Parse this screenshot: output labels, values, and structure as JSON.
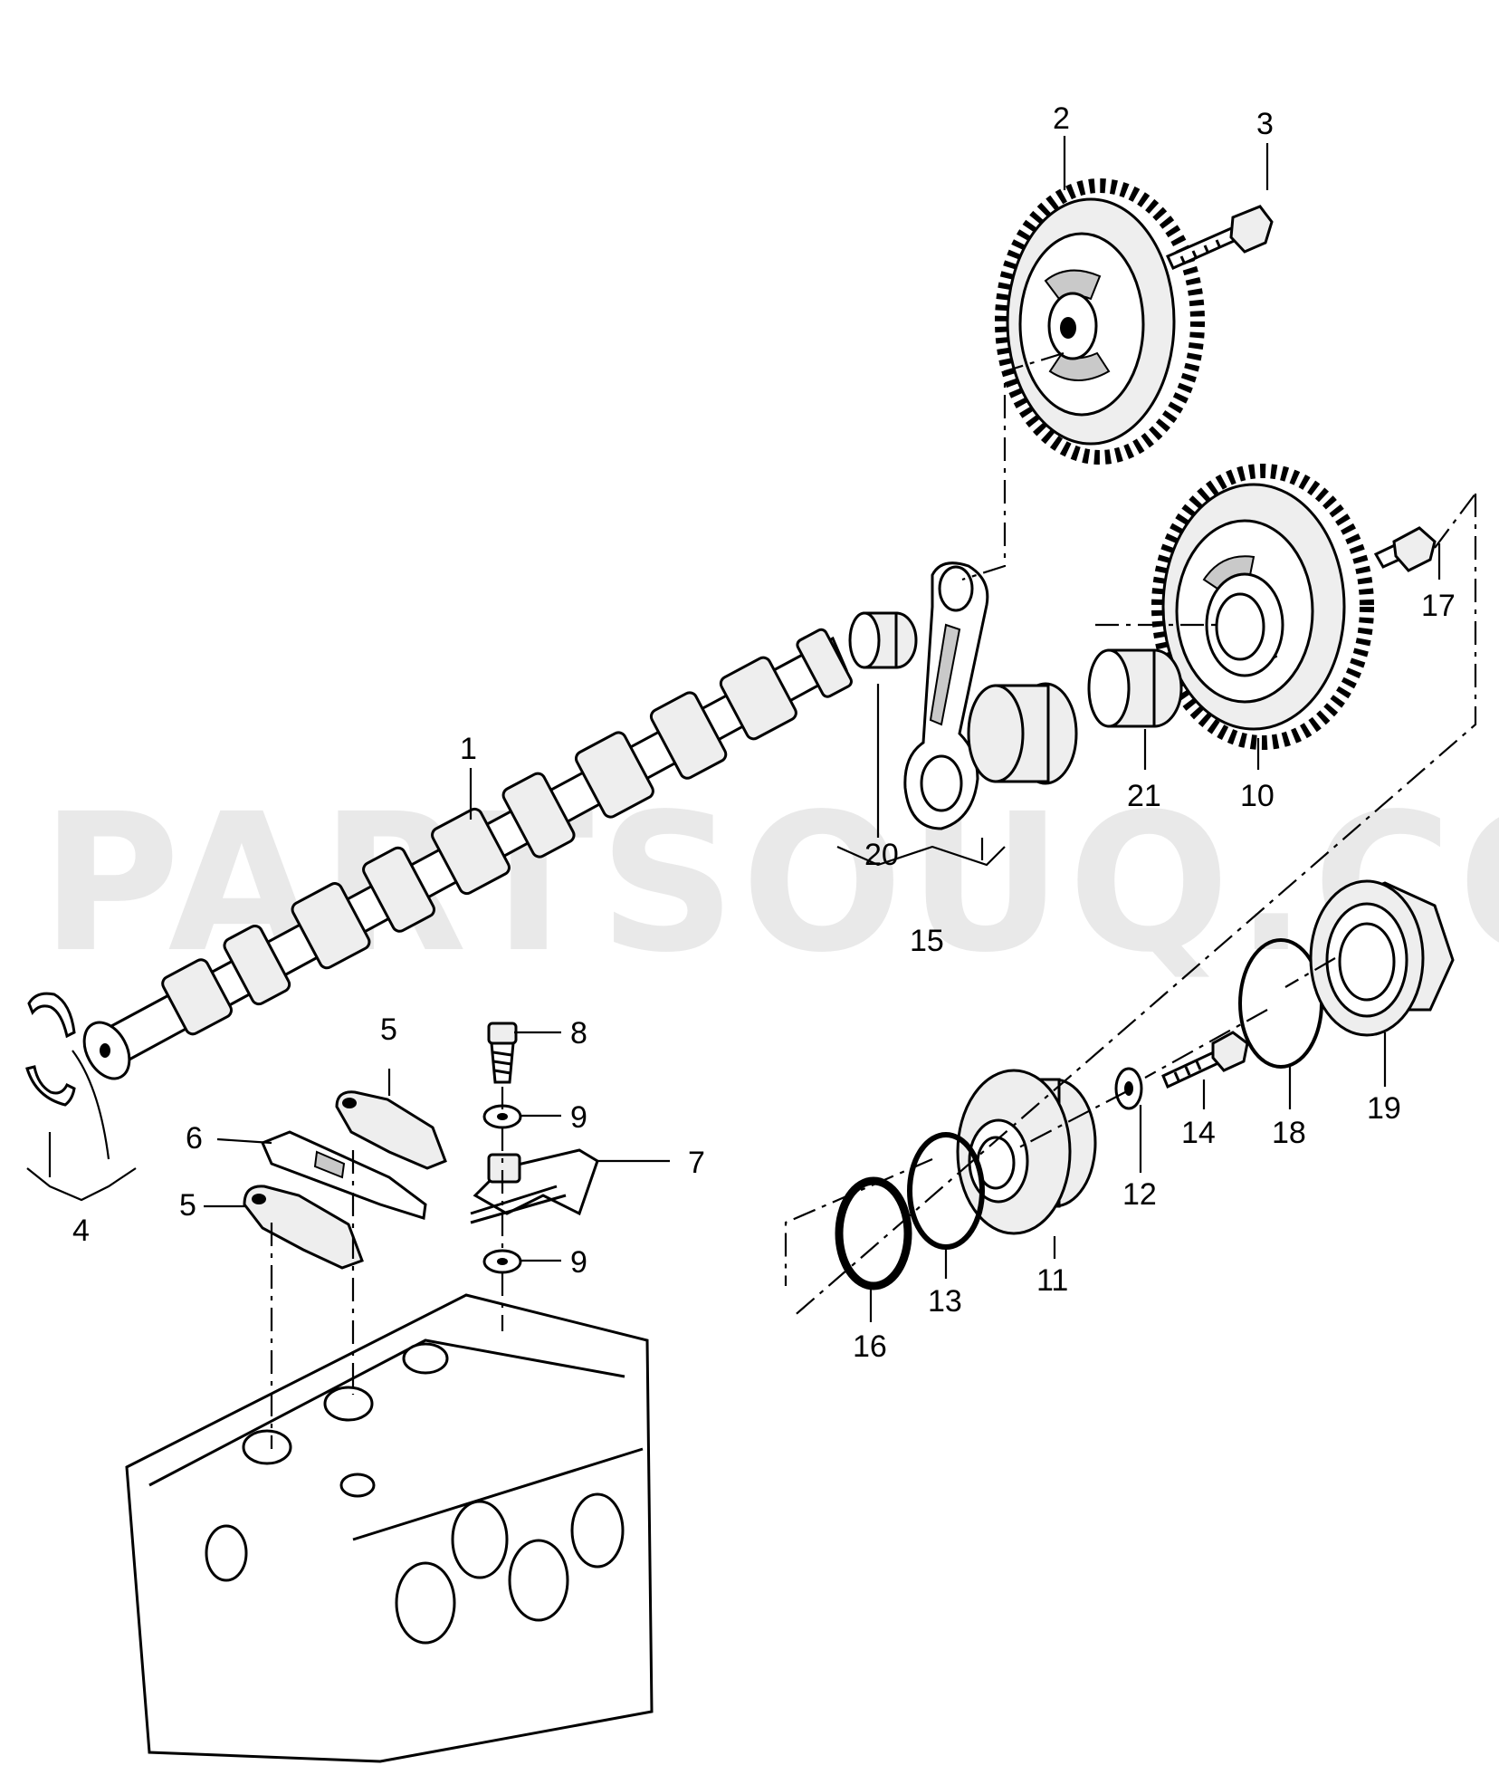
{
  "watermark": "PARTSOUQ.COM",
  "callouts": {
    "c1": "1",
    "c2": "2",
    "c3": "3",
    "c4": "4",
    "c5a": "5",
    "c5b": "5",
    "c6": "6",
    "c7": "7",
    "c8": "8",
    "c9a": "9",
    "c9b": "9",
    "c10": "10",
    "c11": "11",
    "c12": "12",
    "c13": "13",
    "c14": "14",
    "c15": "15",
    "c16": "16",
    "c17": "17",
    "c18": "18",
    "c19": "19",
    "c20": "20",
    "c21": "21"
  }
}
